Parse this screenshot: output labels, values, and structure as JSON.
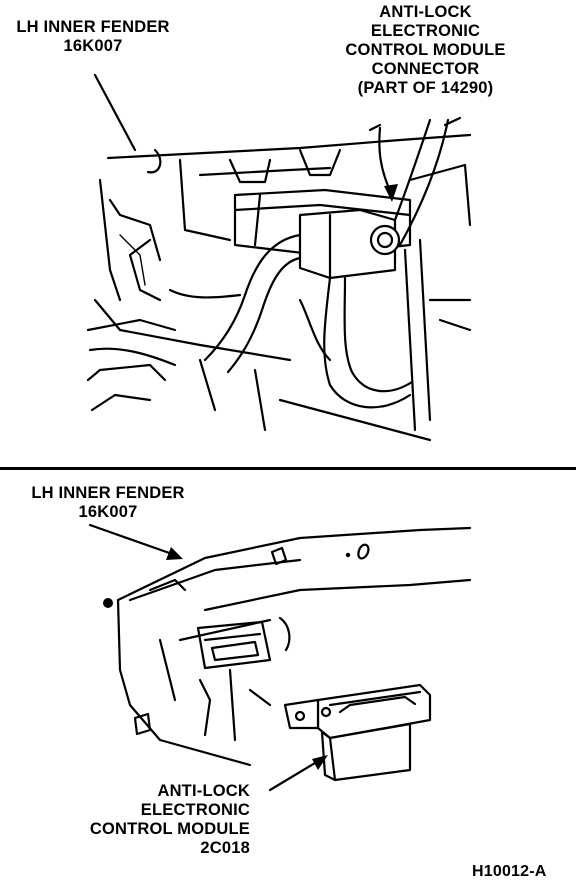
{
  "top_view": {
    "fender_label": [
      "LH INNER FENDER",
      "16K007"
    ],
    "connector_label": [
      "ANTI-LOCK",
      "ELECTRONIC",
      "CONTROL MODULE",
      "CONNECTOR",
      "(PART OF 14290)"
    ]
  },
  "bottom_view": {
    "fender_label": [
      "LH INNER FENDER",
      "16K007"
    ],
    "module_label": [
      "ANTI-LOCK",
      "ELECTRONIC",
      "CONTROL MODULE",
      "2C018"
    ]
  },
  "figure_id": "H10012-A"
}
